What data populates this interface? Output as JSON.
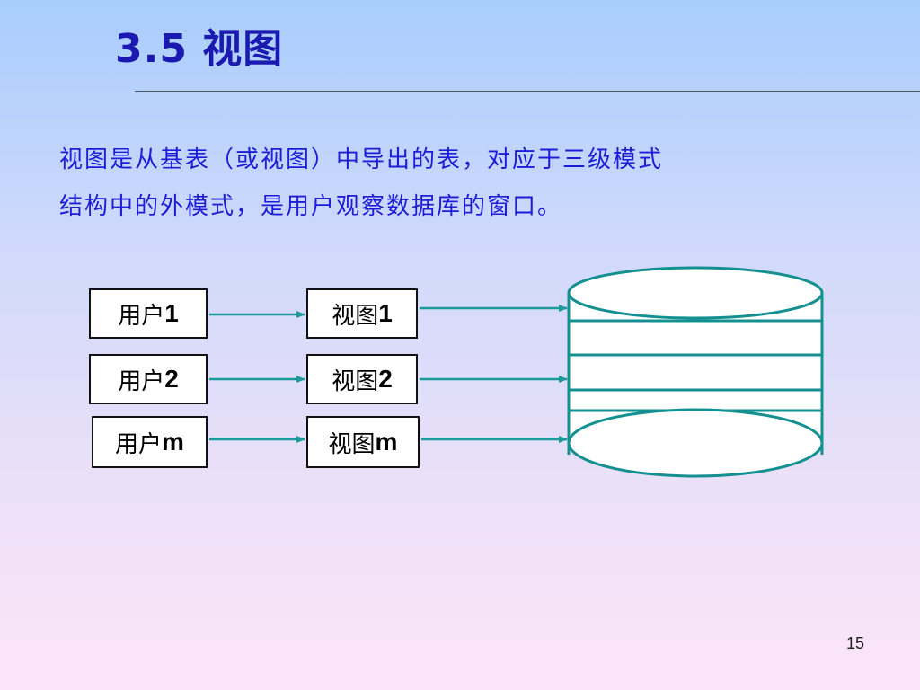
{
  "slide": {
    "title": "3.5 视图",
    "description_lines": [
      "视图是从基表（或视图）中导出的表，对应于三级模式",
      "结构中的外模式，是用户观察数据库的窗口。"
    ],
    "page_number": "15"
  },
  "diagram": {
    "rows": [
      {
        "user_prefix": "用户",
        "user_suffix": "1",
        "view_prefix": "视图",
        "view_suffix": "1"
      },
      {
        "user_prefix": "用户",
        "user_suffix": "2",
        "view_prefix": "视图",
        "view_suffix": "2"
      },
      {
        "user_prefix": "用户",
        "user_suffix": "m",
        "view_prefix": "视图",
        "view_suffix": "m"
      }
    ],
    "colors": {
      "arrow": "#1a9a9a",
      "database_stroke": "#149090",
      "database_fill": "#ffffff"
    }
  }
}
